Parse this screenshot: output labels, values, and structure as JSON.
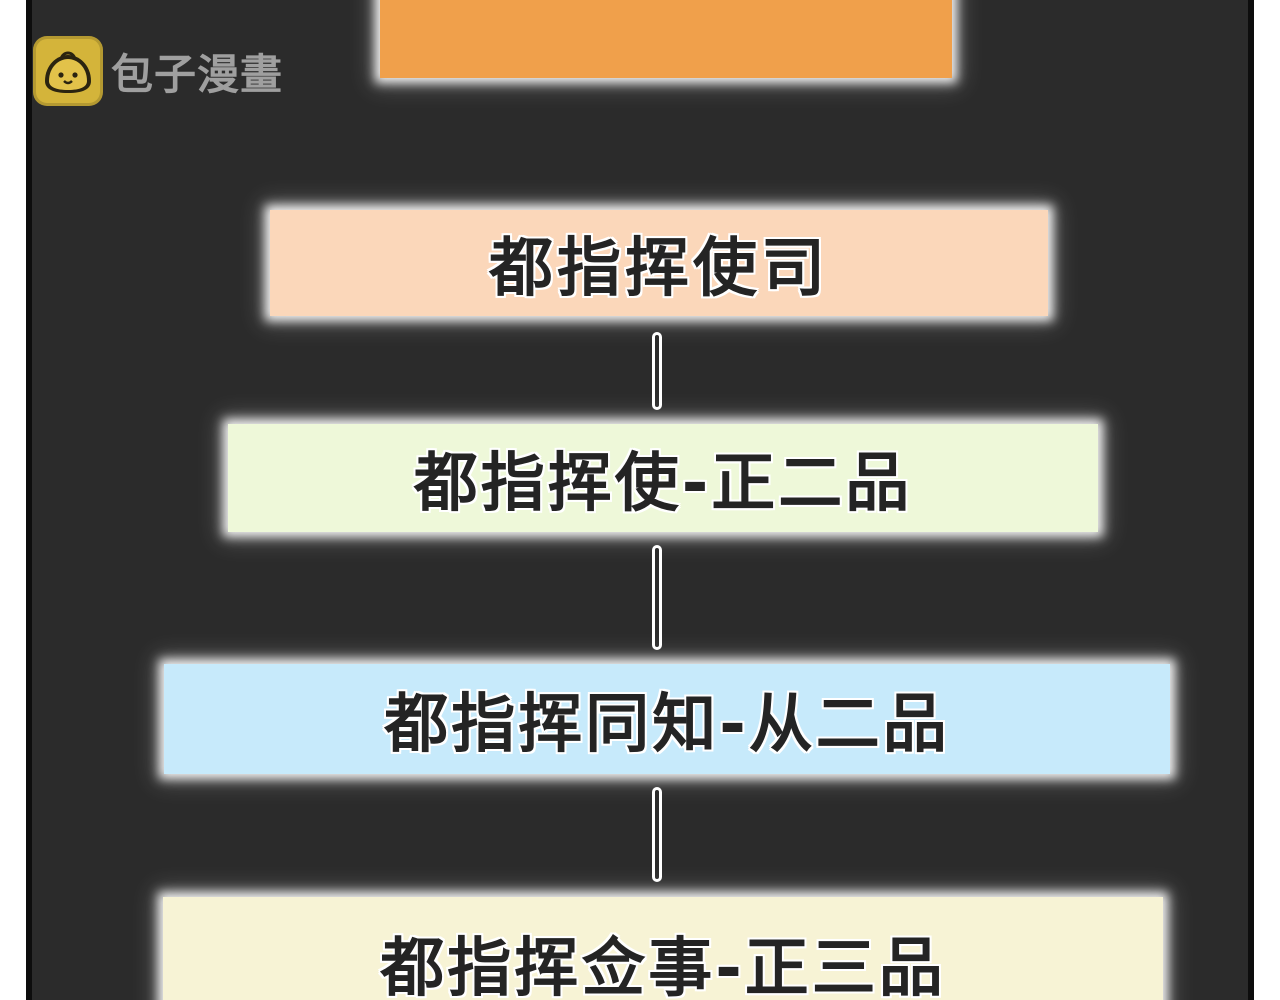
{
  "watermark": {
    "text": "包子漫畫",
    "icon": "bun-logo-icon",
    "icon_color": "#d4b43a"
  },
  "colors": {
    "background": "#2b2b2b",
    "text": "#242424"
  },
  "chart": {
    "nodes": [
      {
        "label": "",
        "color": "#f0a04b"
      },
      {
        "label": "都指挥使司",
        "color": "#fbd7ba"
      },
      {
        "label": "都指挥使-正二品",
        "color": "#eef8d9"
      },
      {
        "label": "都指挥同知-从二品",
        "color": "#c7eafb"
      },
      {
        "label": "都指挥佥事-正三品",
        "color": "#f7f3d5"
      }
    ]
  }
}
